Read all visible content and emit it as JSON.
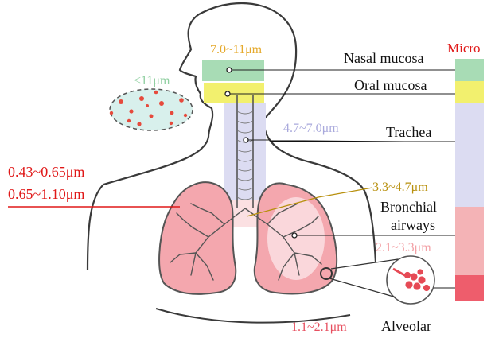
{
  "labels": {
    "micro_header": "Micro",
    "nasal": "Nasal mucosa",
    "oral": "Oral mucosa",
    "trachea": "Trachea",
    "bronchial_line1": "Bronchial",
    "bronchial_line2": "airways",
    "alveolar": "Alveolar"
  },
  "sizes": {
    "nasal": "7.0~11μm",
    "oral": "<11μm",
    "trachea": "4.7~7.0μm",
    "bronchial": "3.3~4.7μm",
    "bronchial_small": "2.1~3.3μm",
    "alveolar": "1.1~2.1μm",
    "lung_line1": "0.43~0.65μm",
    "lung_line2": "0.65~1.10μm"
  },
  "colors": {
    "nasal": "#a8dcb5",
    "oral": "#f2f06e",
    "trachea": "#dcdcf2",
    "bronchial": "#f4b3b6",
    "alveolar": "#ee5d6c",
    "lung_fill": "#f4a7ae",
    "size_nasal_text": "#e5a92b",
    "size_oral_text": "#8fcfa0",
    "size_trachea_text": "#a9a9dc",
    "size_bronchial_text": "#b8900e",
    "size_bronchial_small_text": "#f3a2a7",
    "size_alveolar_text": "#e75060",
    "size_lung_text": "#e01818",
    "header_text": "#e01818"
  }
}
